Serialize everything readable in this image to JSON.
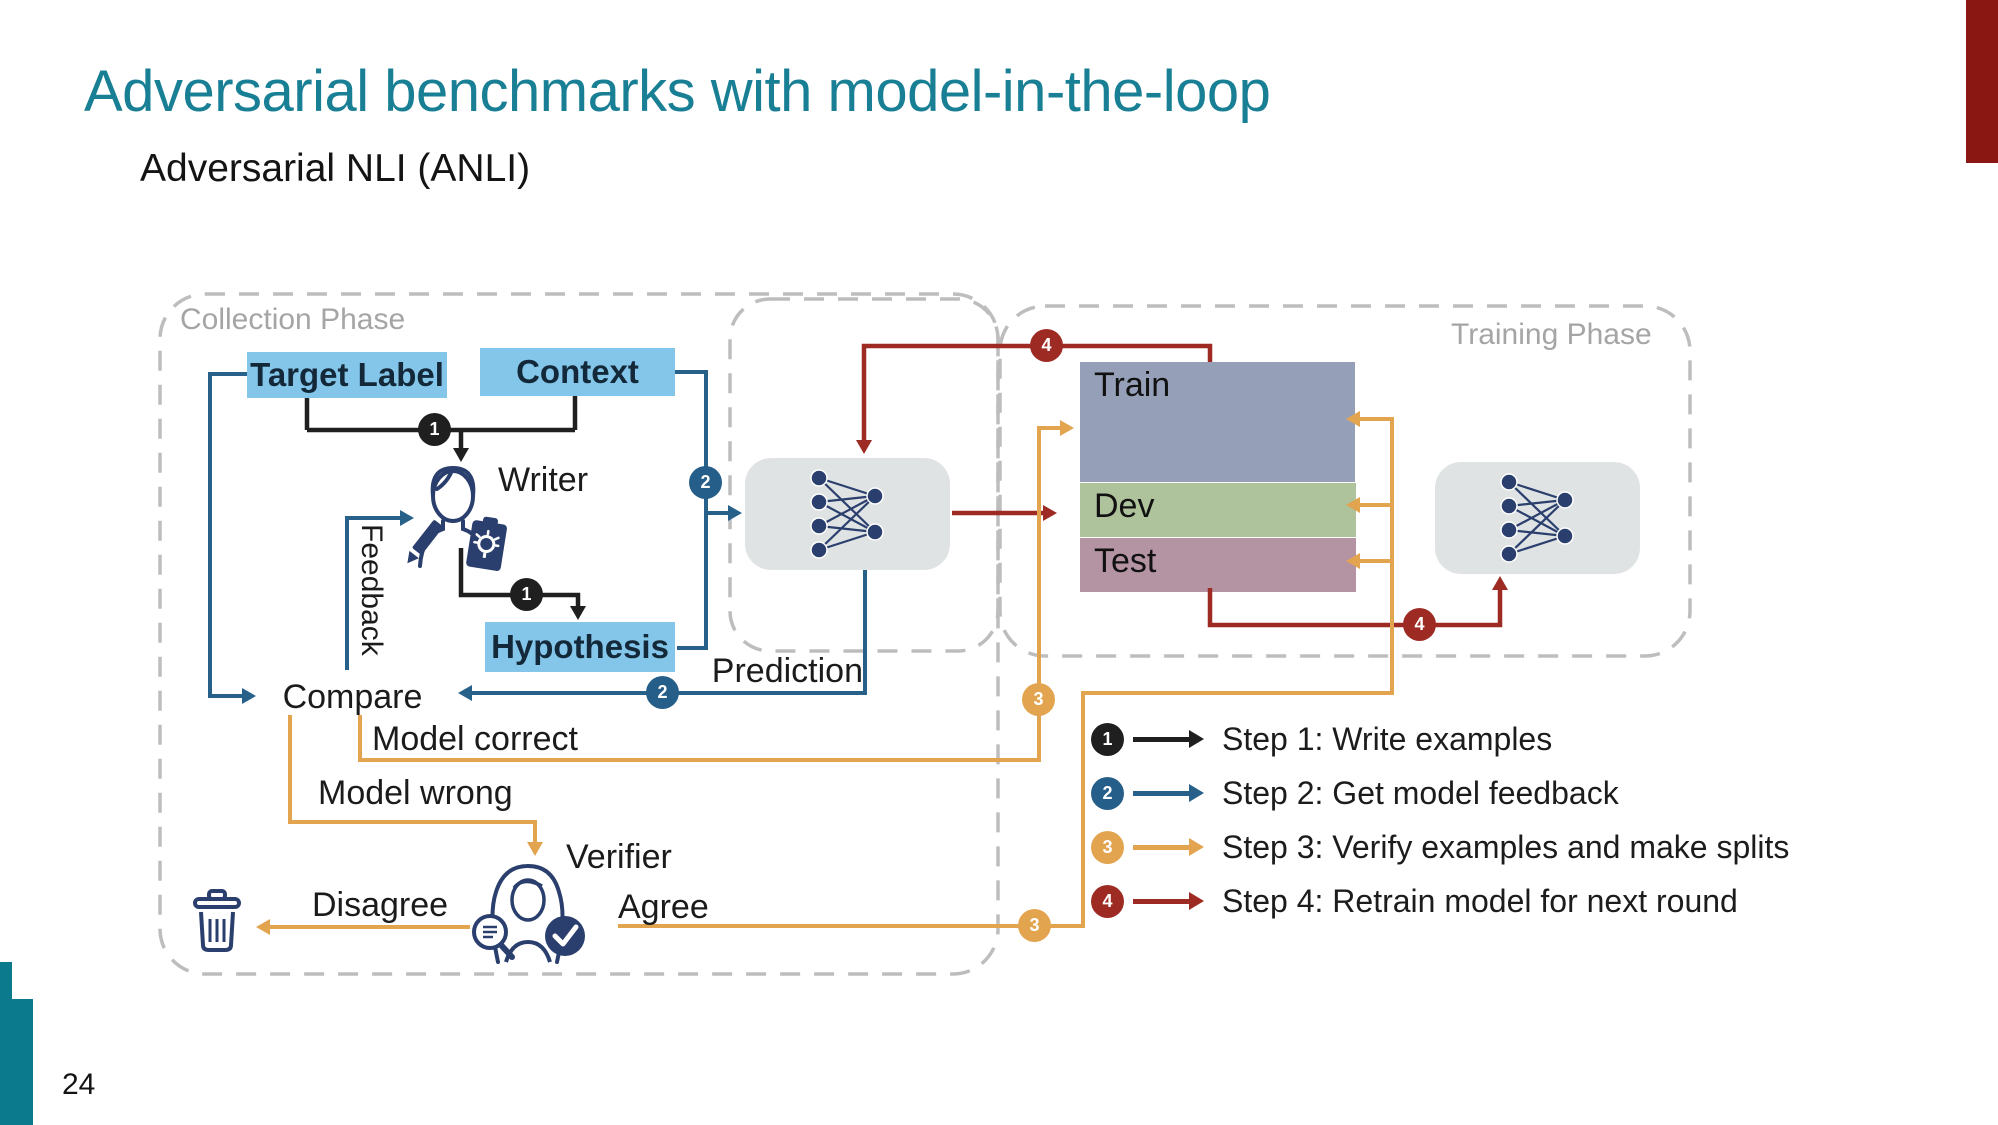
{
  "slide": {
    "title": "Adversarial benchmarks with model-in-the-loop",
    "subtitle": "Adversarial NLI (ANLI)",
    "page_number": "24"
  },
  "colors": {
    "title_teal": "#187f95",
    "accent_bar_red": "#8b1712",
    "accent_bar_teal": "#0c7a8d",
    "step1_black": "#1f1f1f",
    "step2_blue": "#27618a",
    "step3_orange": "#e2a44f",
    "step4_red": "#9e2b23",
    "node_box_blue": "#84c6e9",
    "train_fill": "#95a0b8",
    "dev_fill": "#aec29c",
    "test_fill": "#b493a3",
    "model_box_gray": "#e0e3e4",
    "icon_navy": "#2a3f6d",
    "dashed_border": "#bdbdbd"
  },
  "diagram": {
    "collection_phase_label": "Collection Phase",
    "training_phase_label": "Training Phase",
    "nodes": {
      "target_label": "Target Label",
      "context": "Context",
      "writer": "Writer",
      "hypothesis": "Hypothesis",
      "feedback": "Feedback",
      "compare": "Compare",
      "prediction": "Prediction",
      "model_correct": "Model correct",
      "model_wrong": "Model wrong",
      "verifier": "Verifier",
      "disagree": "Disagree",
      "agree": "Agree"
    },
    "splits": {
      "train": "Train",
      "dev": "Dev",
      "test": "Test"
    },
    "badges": {
      "step1": "1",
      "step2": "2",
      "step3": "3",
      "step4": "4"
    },
    "legend": {
      "items": [
        {
          "badge": "1",
          "label": "Step 1: Write examples"
        },
        {
          "badge": "2",
          "label": "Step 2: Get model feedback"
        },
        {
          "badge": "3",
          "label": "Step 3: Verify examples and make splits"
        },
        {
          "badge": "4",
          "label": "Step 4: Retrain model for next round"
        }
      ]
    }
  }
}
